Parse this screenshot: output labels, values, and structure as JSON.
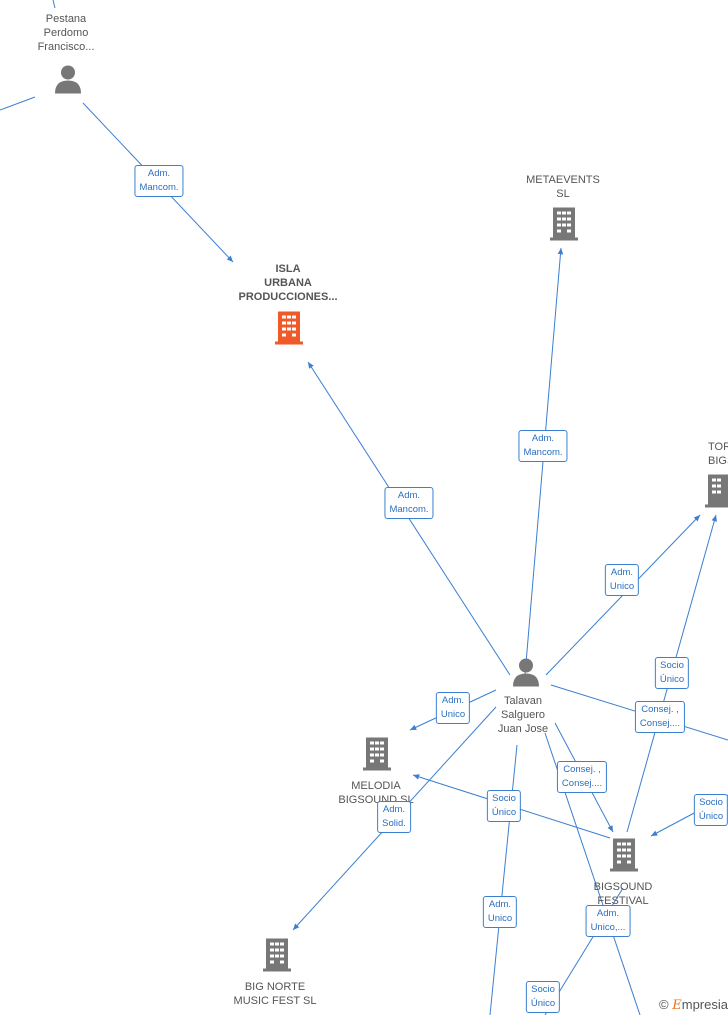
{
  "nodes": {
    "pestana": "Pestana\nPerdomo\nFrancisco...",
    "isla": "ISLA\nURBANA\nPRODUCCIONES...",
    "metaevents": "METAEVENTS\nSL",
    "torrev": "TORREV\nBIGSOUN",
    "talavan": "Talavan\nSalguero\nJuan Jose",
    "melodia": "MELODIA\nBIGSOUND  SL",
    "bigsound_festival": "BIGSOUND\nFESTIVAL\nSL",
    "big_norte": "BIG NORTE\nMUSIC FEST  SL"
  },
  "relations": {
    "r1": "Adm.\nMancom.",
    "r2": "Adm.\nMancom.",
    "r3": "Adm.\nMancom.",
    "r4": "Adm.\nUnico",
    "r5": "Socio\nÚnico",
    "r6": "Consej. ,\nConsej....",
    "r7": "Adm.\nUnico",
    "r8": "Consej. ,\nConsej....",
    "r9": "Socio\nÚnico",
    "r10": "Adm.\nSolid.",
    "r11": "Socio\nÚnico",
    "r12": "Adm.\nUnico",
    "r13": "Adm.\nUnico,...",
    "r14": "Socio\nÚnico"
  },
  "brand": {
    "copyright": "©",
    "name_initial": "E",
    "name_rest": "mpresia"
  },
  "colors": {
    "edge": "#3b7fd0",
    "person": "#777777",
    "company": "#777777",
    "focus": "#f05a28"
  }
}
